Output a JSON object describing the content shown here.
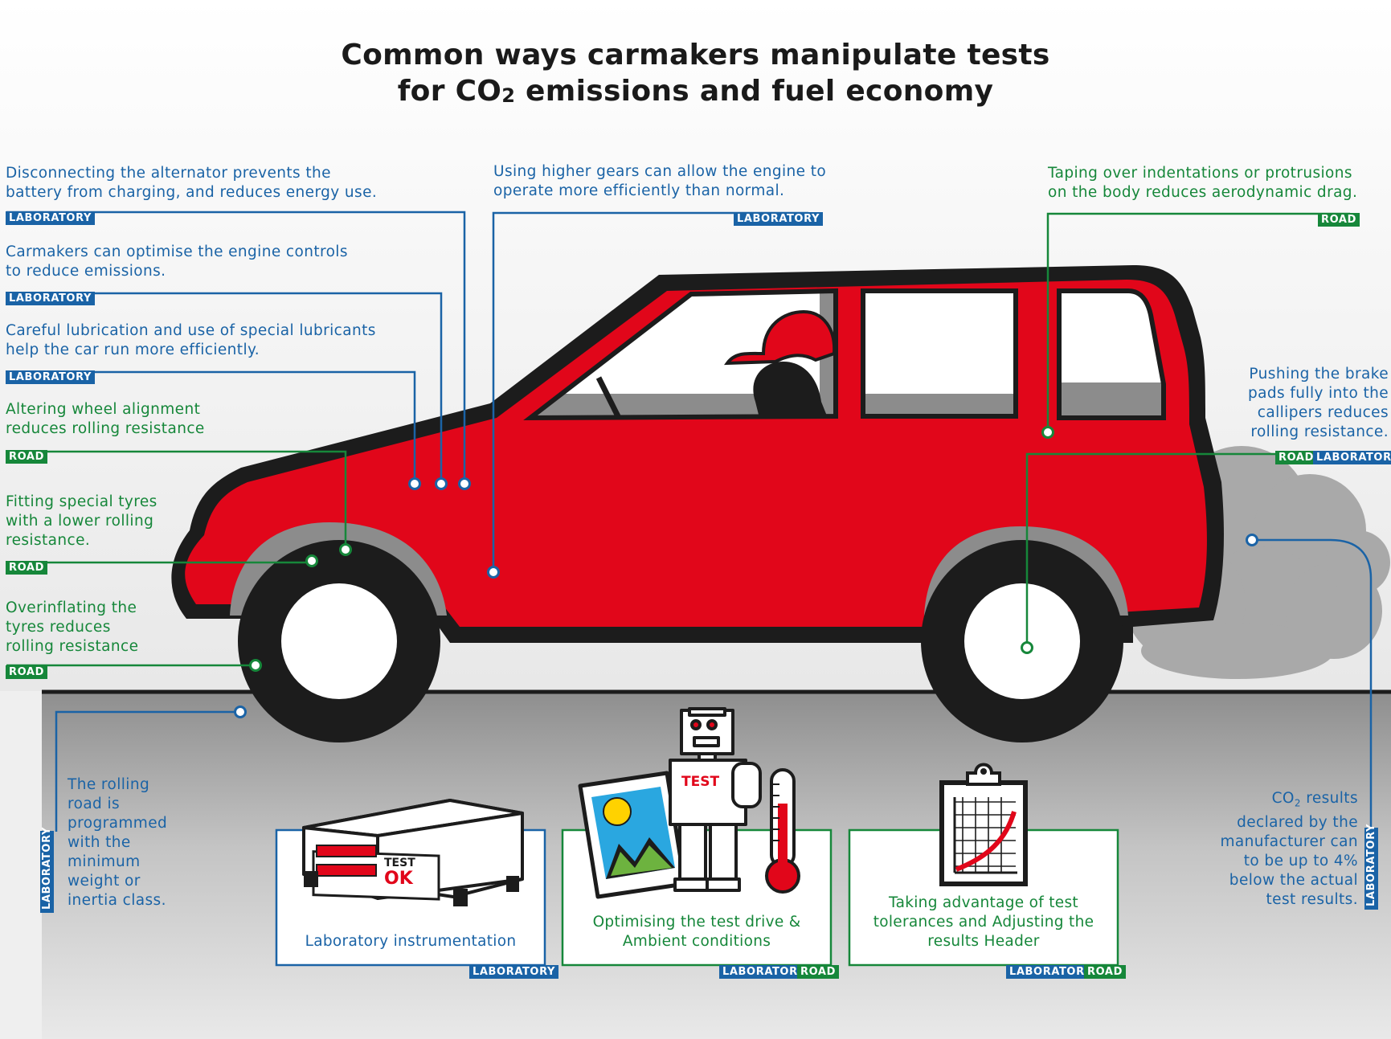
{
  "title": {
    "line1": "Common ways carmakers manipulate tests",
    "line2_pre": "for CO",
    "line2_sub": "2",
    "line2_post": " emissions and fuel economy"
  },
  "badges": {
    "laboratory": "LABORATORY",
    "road": "ROAD"
  },
  "notes": {
    "alternator": "Disconnecting the alternator prevents the battery from charging, and reduces energy use.",
    "engine_controls": "Carmakers can optimise the engine controls to reduce emissions.",
    "lubrication": "Careful lubrication and use of special lubricants help the car run more efficiently.",
    "wheel_alignment": "Altering wheel alignment reduces rolling resistance",
    "special_tyres": "Fitting special tyres with a lower rolling resistance.",
    "overinflating": "Overinflating the tyres reduces rolling resistance",
    "rolling_road": "The rolling road is programmed with the minimum weight or inertia class.",
    "higher_gears": "Using higher gears can allow the engine to operate more efficiently than normal.",
    "taping": "Taping over indentations or protrusions on the body reduces aerodynamic drag.",
    "brake_pads": "Pushing the brake pads fully into the callipers reduces rolling resistance.",
    "co2_pre": "CO",
    "co2_sub": "2",
    "co2_post": " results declared by the manufacturer can to be up to 4% below the actual test results."
  },
  "boxes": {
    "instrumentation": "Laboratory instrumentation",
    "test_drive": "Optimising the test drive & Ambient conditions",
    "tolerances": "Taking advantage of test tolerances and Adjusting the results Header"
  },
  "illustration_text": {
    "device_test": "TEST",
    "device_ok": "OK",
    "robot_test": "TEST"
  },
  "colors": {
    "laboratory": "#1a63a6",
    "road": "#16873a",
    "car_body": "#e1061a",
    "outline": "#1c1c1c"
  }
}
